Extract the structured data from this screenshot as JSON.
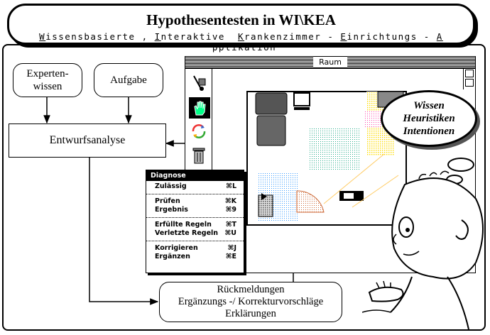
{
  "title": {
    "main": "Hypothesentesten in WI\\KEA",
    "acronym_parts": [
      {
        "initial": "W",
        "rest": "issensbasierte , "
      },
      {
        "initial": "I",
        "rest": "nteraktive  "
      },
      {
        "initial": "K",
        "rest": "rankenzimmer - "
      },
      {
        "initial": "E",
        "rest": "inrichtungs - "
      },
      {
        "initial": "A",
        "rest": " pplikation"
      }
    ]
  },
  "boxes": {
    "expertenwissen": "Experten-\nwissen",
    "aufgabe": "Aufgabe",
    "entwurfsanalyse": "Entwurfsanalyse",
    "rueckmeldungen": [
      "Rückmeldungen",
      "Ergänzungs -/ Korrekturvorschläge",
      "Erklärungen"
    ]
  },
  "window": {
    "title": "Raum"
  },
  "menu": {
    "title": "Diagnose",
    "groups": [
      [
        {
          "label": "Zulässig",
          "shortcut": "⌘L"
        }
      ],
      [
        {
          "label": "Prüfen",
          "shortcut": "⌘K"
        },
        {
          "label": "Ergebnis",
          "shortcut": "⌘9"
        }
      ],
      [
        {
          "label": "Erfüllte Regeln",
          "shortcut": "⌘T"
        },
        {
          "label": "Verletzte Regeln",
          "shortcut": "⌘U"
        }
      ],
      [
        {
          "label": "Korrigieren",
          "shortcut": "⌘J"
        },
        {
          "label": "Ergänzen",
          "shortcut": "⌘E"
        }
      ]
    ]
  },
  "thought": {
    "lines": [
      "Wissen",
      "Heuristiken",
      "Intentionen"
    ]
  },
  "icons": [
    "hand-truck-icon",
    "hand-icon",
    "cycle-arrows-icon",
    "trash-can-icon"
  ]
}
